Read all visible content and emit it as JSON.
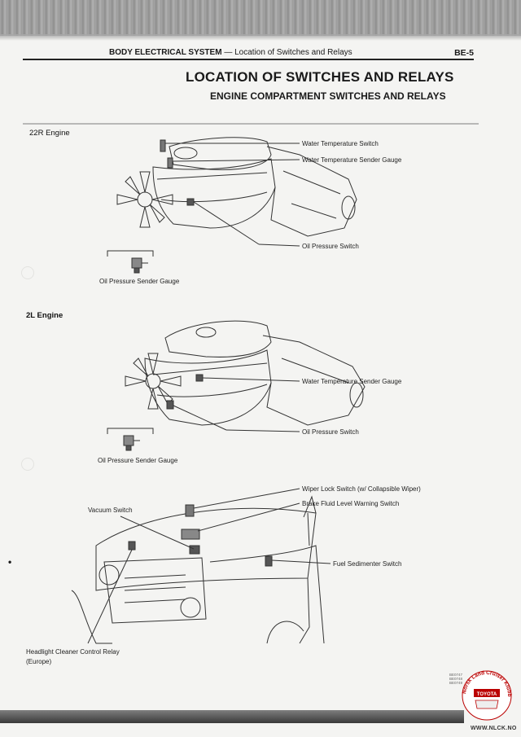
{
  "header": {
    "section": "BODY ELECTRICAL SYSTEM",
    "subsection": " — Location of Switches and Relays",
    "page": "BE-5"
  },
  "title": "LOCATION OF SWITCHES AND RELAYS",
  "subtitle": "ENGINE COMPARTMENT SWITCHES AND RELAYS",
  "diagram_22r": {
    "engine_label": "22R Engine",
    "labels": {
      "water_temp_switch": "Water Temperature Switch",
      "water_temp_sender": "Water Temperature Sender Gauge",
      "oil_pressure_switch": "Oil Pressure Switch",
      "oil_pressure_sender": "Oil Pressure Sender Gauge"
    }
  },
  "diagram_2l": {
    "engine_label": "2L Engine",
    "labels": {
      "water_temp_sender": "Water Temperature Sender Gauge",
      "oil_pressure_switch": "Oil Pressure Switch",
      "oil_pressure_sender": "Oil Pressure Sender Gauge"
    }
  },
  "diagram_vehicle": {
    "labels": {
      "wiper_lock": "Wiper Lock Switch (w/ Collapsible Wiper)",
      "brake_fluid": "Brake Fluid Level Warning Switch",
      "vacuum": "Vacuum Switch",
      "fuel_sedimenter": "Fuel Sedimenter Switch",
      "headlight_relay": "Headlight Cleaner Control Relay",
      "headlight_relay_note": "(Europe)"
    }
  },
  "figure_codes": [
    "BE0747",
    "BE0748",
    "BE0749"
  ],
  "logo": {
    "arc_text": "Norsk Land Cruiser Klubb",
    "badge": "TOYOTA",
    "site": "WWW.NLCK.NO"
  }
}
